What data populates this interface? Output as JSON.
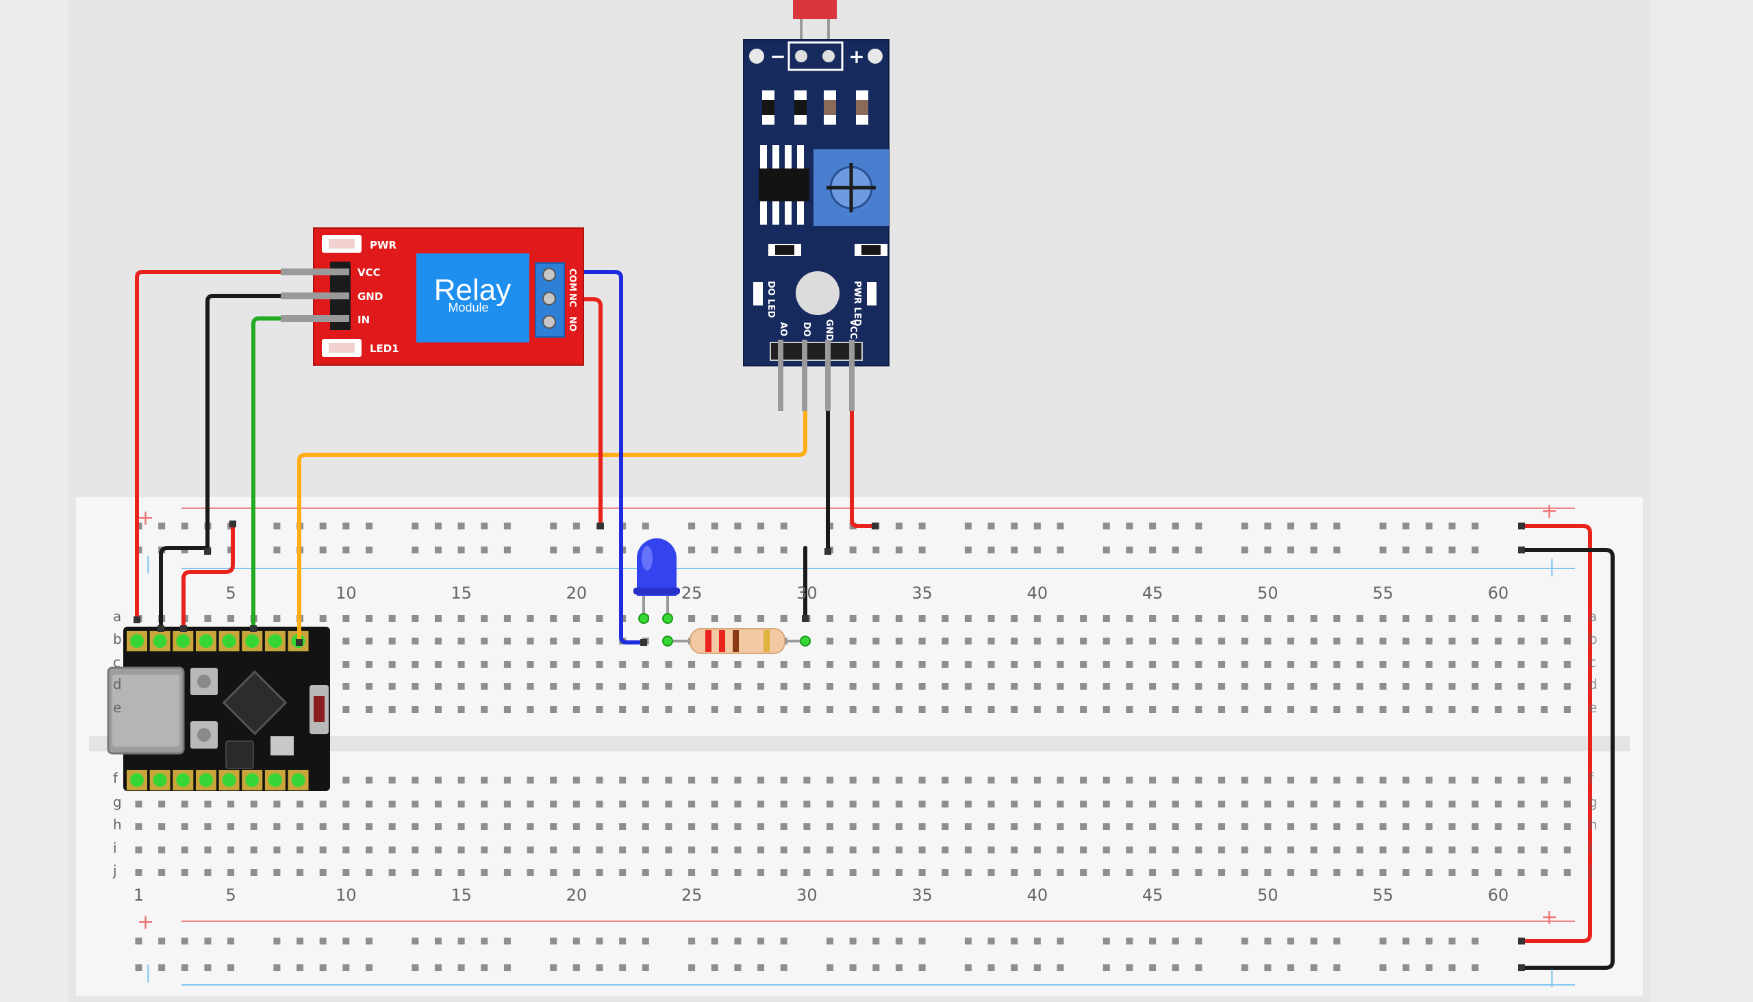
{
  "breadboard": {
    "column_numbers": [
      "1",
      "5",
      "10",
      "15",
      "20",
      "25",
      "30",
      "35",
      "40",
      "45",
      "50",
      "55",
      "60"
    ],
    "rows_top": [
      "a",
      "b",
      "c",
      "d",
      "e"
    ],
    "rows_bottom": [
      "f",
      "g",
      "h",
      "i",
      "j"
    ],
    "rail_plus": "+",
    "rail_minus": "|"
  },
  "relay_module": {
    "title": "Relay",
    "subtitle": "Module",
    "pin_vcc": "VCC",
    "pin_gnd": "GND",
    "pin_in": "IN",
    "led_pwr": "PWR",
    "led_1": "LED1",
    "terminals": [
      "COM",
      "NC",
      "NO"
    ]
  },
  "ldr_sensor": {
    "top_minus": "−",
    "top_plus": "+",
    "pins": [
      "AO",
      "DO",
      "GND",
      "VCC"
    ],
    "led_do": "DO LED",
    "led_pwr": "PWR LED"
  },
  "colors": {
    "background": "#ececec",
    "breadboard": "#f5f5f5",
    "wire_red": "#e8221c",
    "wire_black": "#1a1a1a",
    "wire_green": "#22aa22",
    "wire_blue": "#1f2bde",
    "wire_orange": "#ffad14",
    "relay_board": "#e01a1a",
    "relay_box": "#1e8fef",
    "sensor_board": "#172a5e",
    "led_blue": "#3344ee"
  }
}
